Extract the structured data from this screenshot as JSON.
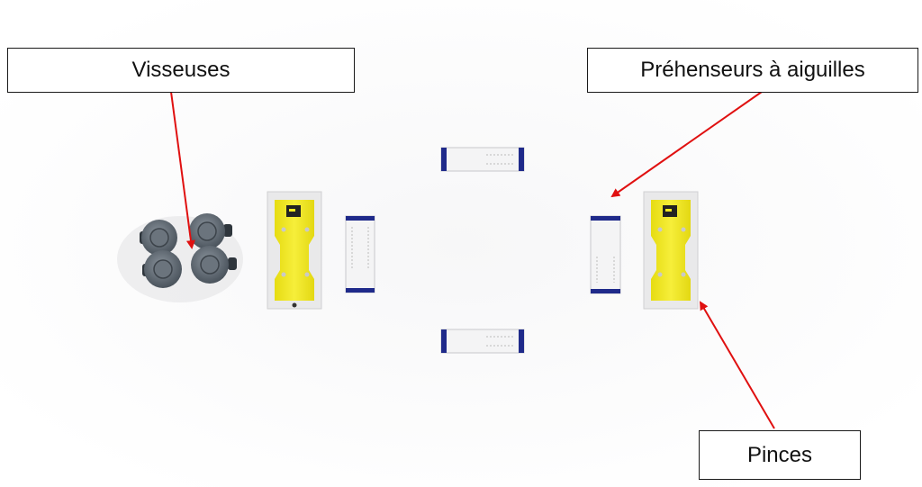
{
  "labels": {
    "visseuses": "Visseuses",
    "prehenseurs": "Préhenseurs à aiguilles",
    "pinces": "Pinces"
  },
  "colors": {
    "arrow": "#e01010",
    "gripper_yellow": "#f2ea1e",
    "module_blue": "#1f2a8a",
    "plate": "#e9e9ea",
    "screwdriver": "#5d6670"
  }
}
